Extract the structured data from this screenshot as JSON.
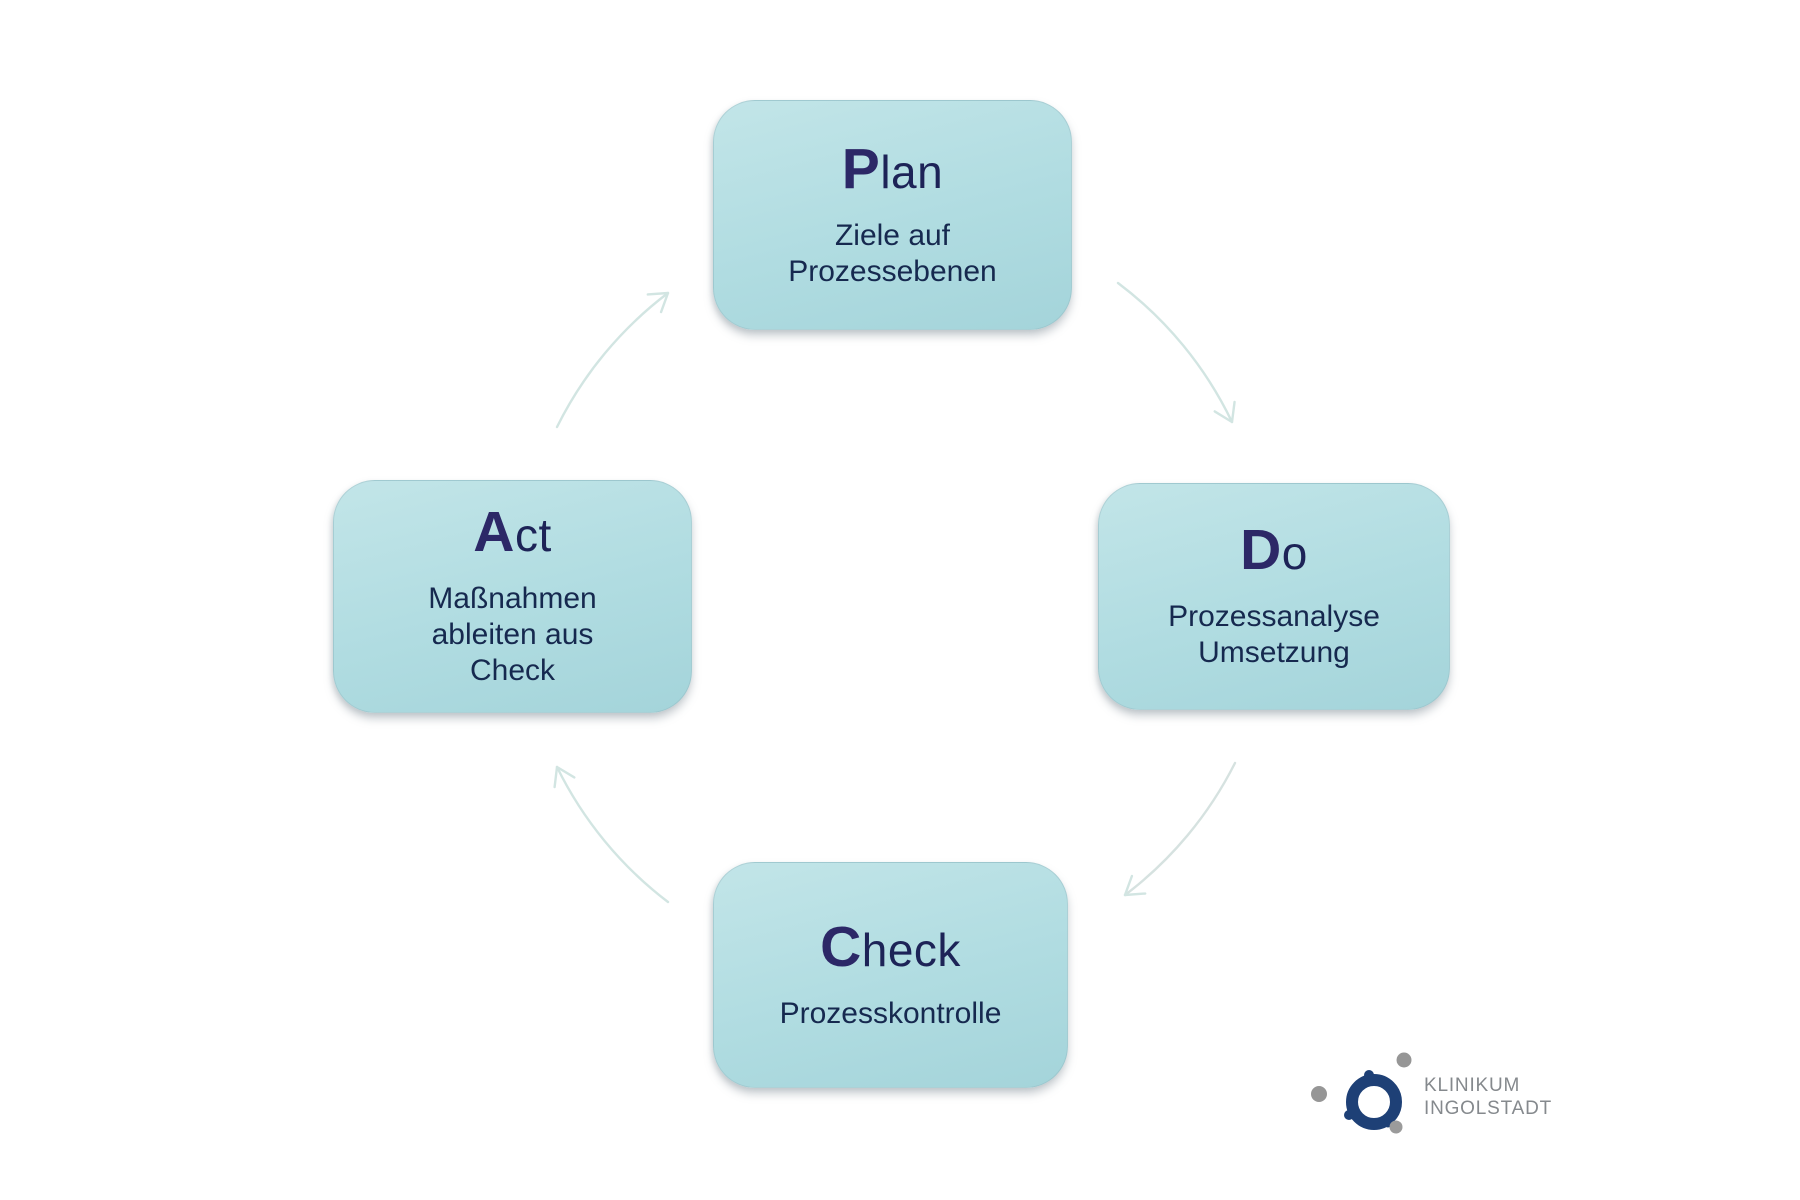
{
  "cycle": {
    "boxes": {
      "plan": {
        "title_first": "P",
        "title_rest": "lan",
        "line1": "Ziele auf",
        "line2": "Prozessebenen"
      },
      "do": {
        "title_first": "D",
        "title_rest": "o",
        "line1": "Prozessanalyse",
        "line2": "Umsetzung"
      },
      "check": {
        "title_first": "C",
        "title_rest": "heck",
        "line1": "Prozesskontrolle"
      },
      "act": {
        "title_first": "A",
        "title_rest": "ct",
        "line1": "Maßnahmen",
        "line2": "ableiten aus",
        "line3": "Check"
      }
    },
    "colors": {
      "box_fill": "#afdbe0",
      "box_fill_light": "#c2e5e8",
      "title_text": "#1d2357",
      "subtitle_text": "#16294f",
      "arrow": "#d2e5e2"
    }
  },
  "logo": {
    "line1": "KLINIKUM",
    "line2": "INGOLSTADT",
    "ring_color": "#1e4076",
    "dot_color": "#969696",
    "text_color": "#85898d"
  }
}
